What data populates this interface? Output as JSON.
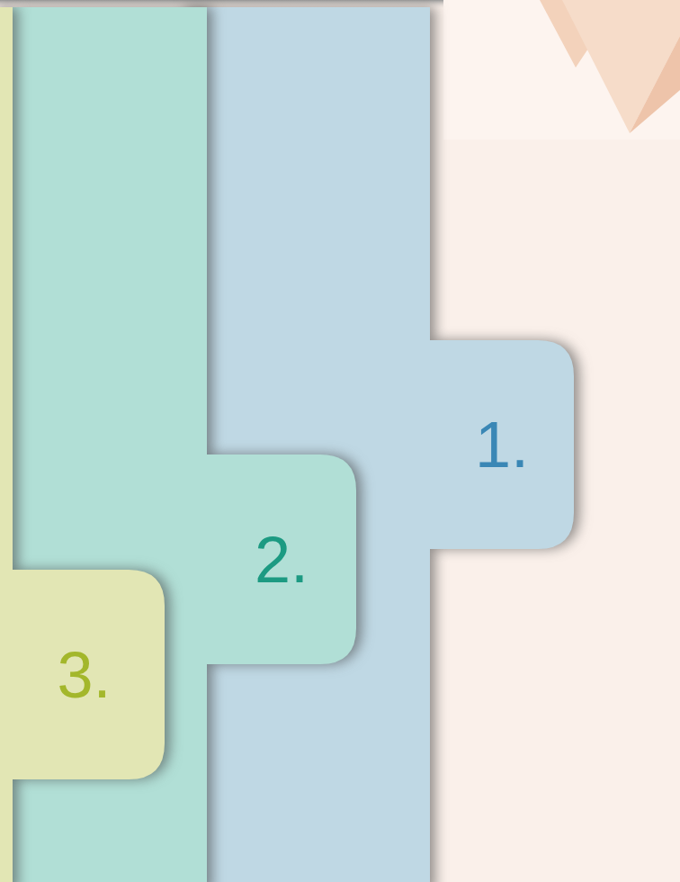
{
  "diagram": {
    "nodes": [
      {
        "text": [
          "1."
        ]
      },
      {
        "text": [
          "2."
        ]
      },
      {
        "text": [
          "3."
        ]
      }
    ]
  }
}
